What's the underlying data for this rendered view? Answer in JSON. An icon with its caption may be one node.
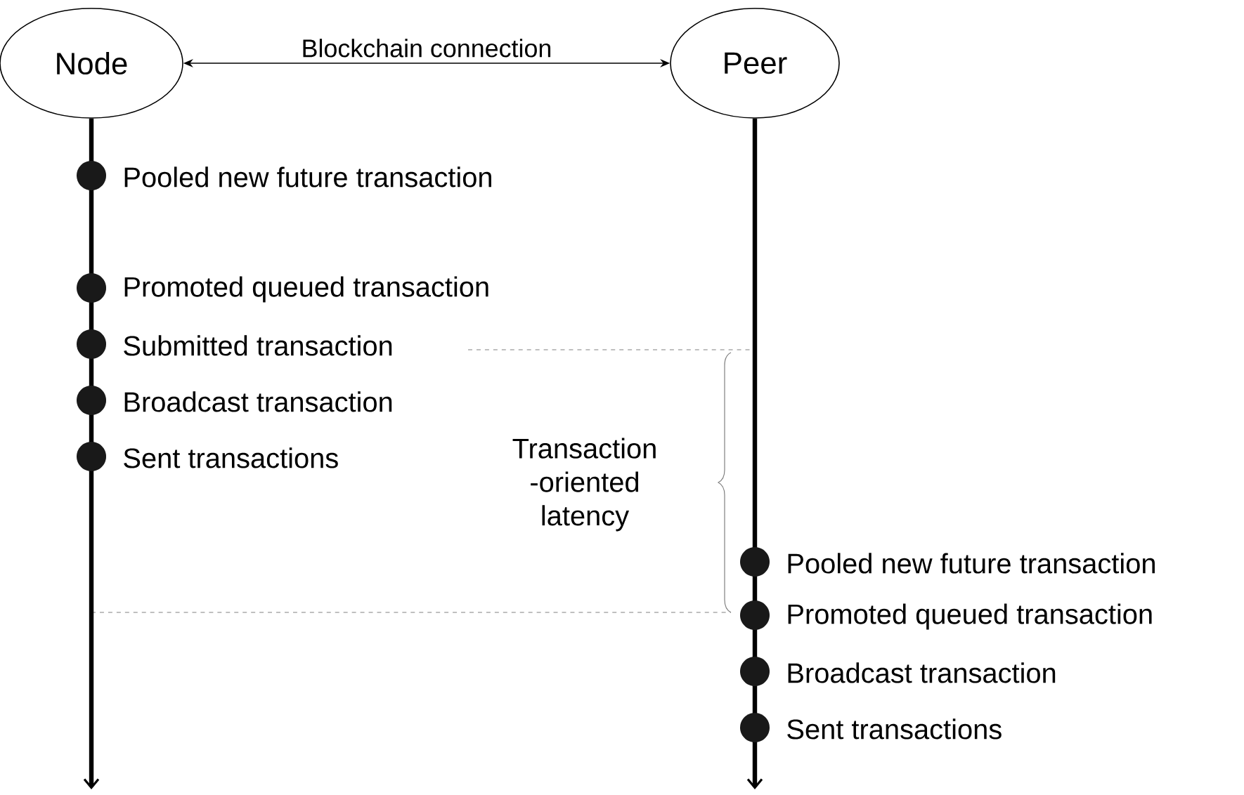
{
  "diagram": {
    "nodes": [
      {
        "text": [
          "Node"
        ]
      },
      {
        "text": [
          "Peer"
        ]
      }
    ],
    "edges": [
      {
        "from": 0,
        "to": 1,
        "arrow": "both",
        "label": "Blockchain connection"
      },
      {
        "from": 0,
        "to": null,
        "arrow": "to"
      },
      {
        "from": 1,
        "to": null,
        "arrow": "to"
      }
    ],
    "labels": [
      "Pooled new future transaction",
      "Promoted queued transaction",
      "Submitted transaction",
      "Broadcast transaction",
      "Sent transactions",
      "Transaction -oriented latency",
      "Pooled new future transaction",
      "Promoted queued transaction",
      "Broadcast transaction",
      "Sent transactions"
    ]
  }
}
